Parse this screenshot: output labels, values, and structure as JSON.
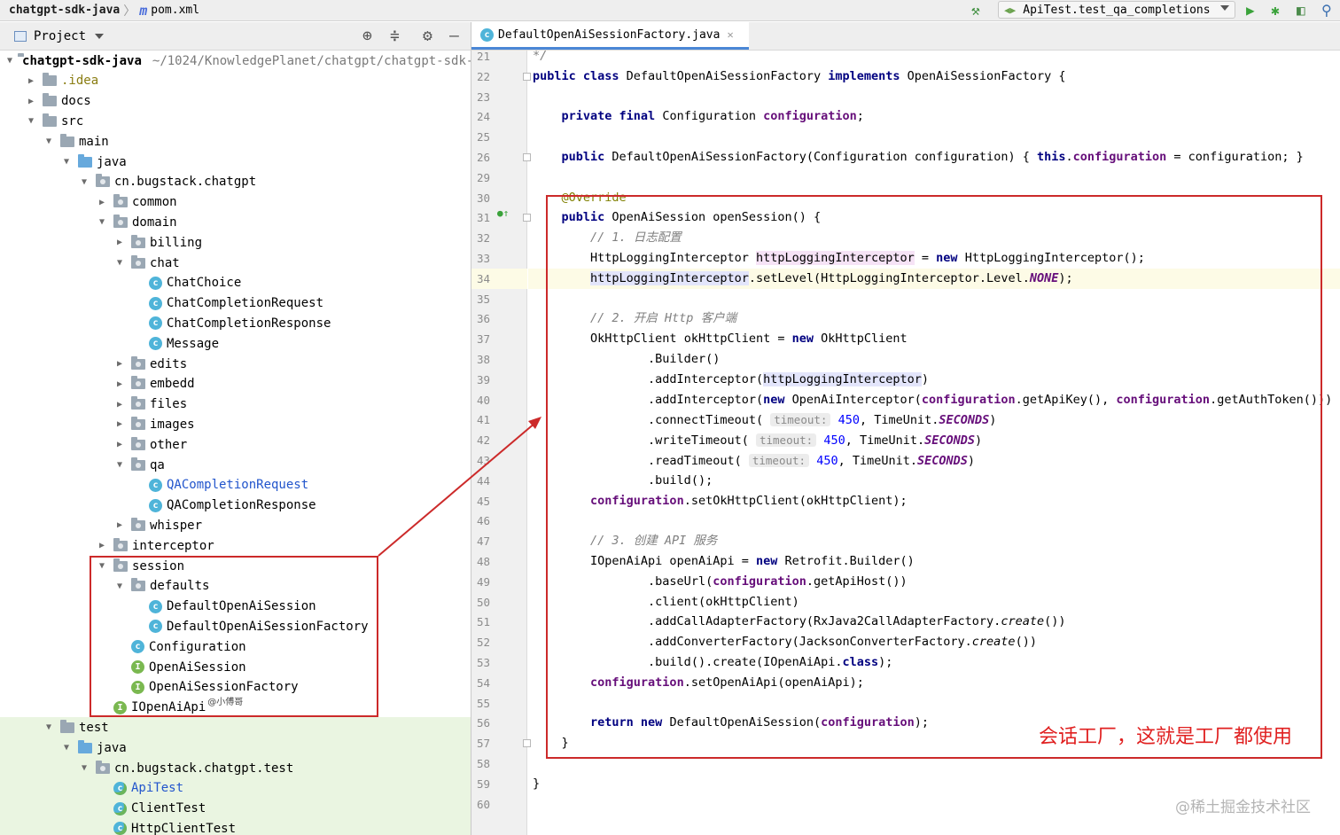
{
  "breadcrumb": {
    "project": "chatgpt-sdk-java",
    "file": "pom.xml",
    "file_icon": "m"
  },
  "run_config": {
    "label": "ApiTest.test_qa_completions"
  },
  "project_panel": {
    "title": "Project",
    "tree": [
      {
        "label": "chatgpt-sdk-java",
        "path": "~/1024/KnowledgePlanet/chatgpt/chatgpt-sdk-",
        "kind": "module",
        "depth": 0,
        "expanded": true
      },
      {
        "label": ".idea",
        "kind": "folder",
        "depth": 1,
        "expanded": false,
        "color": "olive"
      },
      {
        "label": "docs",
        "kind": "folder",
        "depth": 1,
        "expanded": false
      },
      {
        "label": "src",
        "kind": "folder",
        "depth": 1,
        "expanded": true
      },
      {
        "label": "main",
        "kind": "folder",
        "depth": 2,
        "expanded": true
      },
      {
        "label": "java",
        "kind": "source",
        "depth": 3,
        "expanded": true
      },
      {
        "label": "cn.bugstack.chatgpt",
        "kind": "package",
        "depth": 4,
        "expanded": true
      },
      {
        "label": "common",
        "kind": "package",
        "depth": 5,
        "expanded": false
      },
      {
        "label": "domain",
        "kind": "package",
        "depth": 5,
        "expanded": true
      },
      {
        "label": "billing",
        "kind": "package",
        "depth": 6,
        "expanded": false
      },
      {
        "label": "chat",
        "kind": "package",
        "depth": 6,
        "expanded": true
      },
      {
        "label": "ChatChoice",
        "kind": "class",
        "depth": 7
      },
      {
        "label": "ChatCompletionRequest",
        "kind": "class",
        "depth": 7
      },
      {
        "label": "ChatCompletionResponse",
        "kind": "class",
        "depth": 7
      },
      {
        "label": "Message",
        "kind": "class",
        "depth": 7
      },
      {
        "label": "edits",
        "kind": "package",
        "depth": 6,
        "expanded": false
      },
      {
        "label": "embedd",
        "kind": "package",
        "depth": 6,
        "expanded": false
      },
      {
        "label": "files",
        "kind": "package",
        "depth": 6,
        "expanded": false
      },
      {
        "label": "images",
        "kind": "package",
        "depth": 6,
        "expanded": false
      },
      {
        "label": "other",
        "kind": "package",
        "depth": 6,
        "expanded": false
      },
      {
        "label": "qa",
        "kind": "package",
        "depth": 6,
        "expanded": true
      },
      {
        "label": "QACompletionRequest",
        "kind": "class",
        "depth": 7,
        "color": "blue"
      },
      {
        "label": "QACompletionResponse",
        "kind": "class",
        "depth": 7
      },
      {
        "label": "whisper",
        "kind": "package",
        "depth": 6,
        "expanded": false
      },
      {
        "label": "interceptor",
        "kind": "package",
        "depth": 5,
        "expanded": false
      },
      {
        "label": "session",
        "kind": "package",
        "depth": 5,
        "expanded": true
      },
      {
        "label": "defaults",
        "kind": "package",
        "depth": 6,
        "expanded": true
      },
      {
        "label": "DefaultOpenAiSession",
        "kind": "class",
        "depth": 7
      },
      {
        "label": "DefaultOpenAiSessionFactory",
        "kind": "class",
        "depth": 7
      },
      {
        "label": "Configuration",
        "kind": "class",
        "depth": 6
      },
      {
        "label": "OpenAiSession",
        "kind": "interface",
        "depth": 6
      },
      {
        "label": "OpenAiSessionFactory",
        "kind": "interface",
        "depth": 6
      },
      {
        "label": "IOpenAiApi",
        "kind": "interface",
        "depth": 5,
        "suffix": "@小傅哥"
      },
      {
        "label": "test",
        "kind": "folder",
        "depth": 2,
        "expanded": true,
        "green": true
      },
      {
        "label": "java",
        "kind": "source-test",
        "depth": 3,
        "expanded": true,
        "green": true
      },
      {
        "label": "cn.bugstack.chatgpt.test",
        "kind": "package",
        "depth": 4,
        "expanded": true,
        "green": true
      },
      {
        "label": "ApiTest",
        "kind": "test",
        "depth": 5,
        "green": true,
        "color": "blue"
      },
      {
        "label": "ClientTest",
        "kind": "test",
        "depth": 5,
        "green": true
      },
      {
        "label": "HttpClientTest",
        "kind": "test",
        "depth": 5,
        "green": true
      }
    ]
  },
  "editor": {
    "tab": "DefaultOpenAiSessionFactory.java",
    "current_line": "34",
    "lines": [
      {
        "n": "21",
        "seg": [
          [
            "",
            "*/",
            "cmt"
          ]
        ]
      },
      {
        "n": "22",
        "seg": [
          [
            "public class ",
            "kw"
          ],
          [
            "DefaultOpenAiSessionFactory ",
            ""
          ],
          [
            "implements ",
            "kw"
          ],
          [
            "OpenAiSessionFactory {",
            ""
          ]
        ]
      },
      {
        "n": "23",
        "seg": []
      },
      {
        "n": "24",
        "seg": [
          [
            "    "
          ],
          [
            "private final ",
            "kw"
          ],
          [
            "Configuration ",
            ""
          ],
          [
            "configuration",
            "fld"
          ],
          [
            ";",
            ""
          ]
        ]
      },
      {
        "n": "25",
        "seg": []
      },
      {
        "n": "26",
        "seg": [
          [
            "    "
          ],
          [
            "public ",
            "kw"
          ],
          [
            "DefaultOpenAiSessionFactory(Configuration configuration) { ",
            ""
          ],
          [
            "this",
            "kw"
          ],
          [
            ".",
            ""
          ],
          [
            "configuration",
            "fld"
          ],
          [
            " = configuration; }",
            ""
          ]
        ]
      },
      {
        "n": "29",
        "seg": []
      },
      {
        "n": "30",
        "seg": [
          [
            "    "
          ],
          [
            "@Override",
            "ann"
          ]
        ]
      },
      {
        "n": "31",
        "seg": [
          [
            "    "
          ],
          [
            "public ",
            "kw"
          ],
          [
            "OpenAiSession openSession() {",
            ""
          ]
        ]
      },
      {
        "n": "32",
        "seg": [
          [
            "        "
          ],
          [
            "// 1. 日志配置",
            "cmt"
          ]
        ]
      },
      {
        "n": "33",
        "seg": [
          [
            "        "
          ],
          [
            "HttpLoggingInterceptor ",
            ""
          ],
          [
            "httpLoggingInterceptor",
            "hl-pink"
          ],
          [
            " = ",
            ""
          ],
          [
            "new ",
            "kw"
          ],
          [
            "HttpLoggingInterceptor();",
            ""
          ]
        ]
      },
      {
        "n": "34",
        "seg": [
          [
            "        "
          ],
          [
            "httpLoggingInterceptor",
            "hl-blue"
          ],
          [
            ".setLevel(HttpLoggingInterceptor.Level.",
            ""
          ],
          [
            "NONE",
            "cst"
          ],
          [
            ");",
            ""
          ]
        ]
      },
      {
        "n": "35",
        "seg": []
      },
      {
        "n": "36",
        "seg": [
          [
            "        "
          ],
          [
            "// 2. 开启 Http 客户端",
            "cmt"
          ]
        ]
      },
      {
        "n": "37",
        "seg": [
          [
            "        "
          ],
          [
            "OkHttpClient okHttpClient = ",
            ""
          ],
          [
            "new ",
            "kw"
          ],
          [
            "OkHttpClient",
            ""
          ]
        ]
      },
      {
        "n": "38",
        "seg": [
          [
            "                "
          ],
          [
            ".Builder()",
            ""
          ]
        ]
      },
      {
        "n": "39",
        "seg": [
          [
            "                "
          ],
          [
            ".addInterceptor(",
            ""
          ],
          [
            "httpLoggingInterceptor",
            "hl-blue"
          ],
          [
            ")",
            ""
          ]
        ]
      },
      {
        "n": "40",
        "seg": [
          [
            "                "
          ],
          [
            ".addInterceptor(",
            ""
          ],
          [
            "new ",
            "kw"
          ],
          [
            "OpenAiInterceptor(",
            ""
          ],
          [
            "configuration",
            "fld"
          ],
          [
            ".getApiKey(), ",
            ""
          ],
          [
            "configuration",
            "fld"
          ],
          [
            ".getAuthToken()))",
            ""
          ]
        ]
      },
      {
        "n": "41",
        "seg": [
          [
            "                "
          ],
          [
            ".connectTimeout( ",
            ""
          ],
          [
            "timeout:",
            "hint"
          ],
          [
            " ",
            ""
          ],
          [
            "450",
            "num"
          ],
          [
            ", TimeUnit.",
            ""
          ],
          [
            "SECONDS",
            "cst"
          ],
          [
            ")",
            ""
          ]
        ]
      },
      {
        "n": "42",
        "seg": [
          [
            "                "
          ],
          [
            ".writeTimeout( ",
            ""
          ],
          [
            "timeout:",
            "hint"
          ],
          [
            " ",
            ""
          ],
          [
            "450",
            "num"
          ],
          [
            ", TimeUnit.",
            ""
          ],
          [
            "SECONDS",
            "cst"
          ],
          [
            ")",
            ""
          ]
        ]
      },
      {
        "n": "43",
        "seg": [
          [
            "                "
          ],
          [
            ".readTimeout( ",
            ""
          ],
          [
            "timeout:",
            "hint"
          ],
          [
            " ",
            ""
          ],
          [
            "450",
            "num"
          ],
          [
            ", TimeUnit.",
            ""
          ],
          [
            "SECONDS",
            "cst"
          ],
          [
            ")",
            ""
          ]
        ]
      },
      {
        "n": "44",
        "seg": [
          [
            "                "
          ],
          [
            ".build();",
            ""
          ]
        ]
      },
      {
        "n": "45",
        "seg": [
          [
            "        "
          ],
          [
            "configuration",
            "fld"
          ],
          [
            ".setOkHttpClient(okHttpClient);",
            ""
          ]
        ]
      },
      {
        "n": "46",
        "seg": []
      },
      {
        "n": "47",
        "seg": [
          [
            "        "
          ],
          [
            "// 3. 创建 API 服务",
            "cmt"
          ]
        ]
      },
      {
        "n": "48",
        "seg": [
          [
            "        "
          ],
          [
            "IOpenAiApi openAiApi = ",
            ""
          ],
          [
            "new ",
            "kw"
          ],
          [
            "Retrofit.Builder()",
            ""
          ]
        ]
      },
      {
        "n": "49",
        "seg": [
          [
            "                "
          ],
          [
            ".baseUrl(",
            ""
          ],
          [
            "configuration",
            "fld"
          ],
          [
            ".getApiHost())",
            ""
          ]
        ]
      },
      {
        "n": "50",
        "seg": [
          [
            "                "
          ],
          [
            ".client(okHttpClient)",
            ""
          ]
        ]
      },
      {
        "n": "51",
        "seg": [
          [
            "                "
          ],
          [
            ".addCallAdapterFactory(RxJava2CallAdapterFactory.",
            ""
          ],
          [
            "create",
            "itl"
          ],
          [
            "())",
            ""
          ]
        ]
      },
      {
        "n": "52",
        "seg": [
          [
            "                "
          ],
          [
            ".addConverterFactory(JacksonConverterFactory.",
            ""
          ],
          [
            "create",
            "itl"
          ],
          [
            "())",
            ""
          ]
        ]
      },
      {
        "n": "53",
        "seg": [
          [
            "                "
          ],
          [
            ".build().create(IOpenAiApi.",
            ""
          ],
          [
            "class",
            "kw"
          ],
          [
            ");",
            ""
          ]
        ]
      },
      {
        "n": "54",
        "seg": [
          [
            "        "
          ],
          [
            "configuration",
            "fld"
          ],
          [
            ".setOpenAiApi(openAiApi);",
            ""
          ]
        ]
      },
      {
        "n": "55",
        "seg": []
      },
      {
        "n": "56",
        "seg": [
          [
            "        "
          ],
          [
            "return new ",
            "kw"
          ],
          [
            "DefaultOpenAiSession(",
            ""
          ],
          [
            "configuration",
            "fld"
          ],
          [
            ");",
            ""
          ]
        ]
      },
      {
        "n": "57",
        "seg": [
          [
            "    "
          ],
          [
            "}",
            ""
          ]
        ]
      },
      {
        "n": "58",
        "seg": []
      },
      {
        "n": "59",
        "seg": [
          [
            "}",
            ""
          ]
        ]
      },
      {
        "n": "60",
        "seg": []
      }
    ]
  },
  "annotation": "会话工厂，这就是工厂都使用",
  "watermark": "@稀土掘金技术社区",
  "colors": {
    "keyword": "#000080",
    "field": "#660e7a",
    "comment": "#808080",
    "number": "#0000ff",
    "annotation_red": "#cc2a2a"
  }
}
